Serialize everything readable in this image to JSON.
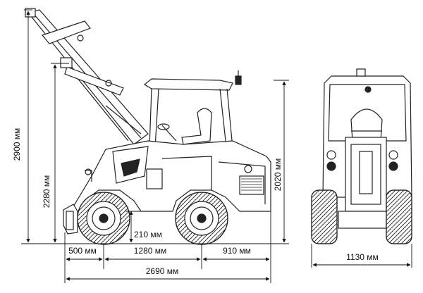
{
  "dimensions": {
    "total_height_max": "2900 мм",
    "height_front": "2280 мм",
    "height_cab": "2020 мм",
    "ground_clearance": "210 мм",
    "front_overhang": "500 мм",
    "wheelbase": "1280 мм",
    "rear_overhang": "910 мм",
    "total_length": "2690 мм",
    "total_width": "1130 мм"
  }
}
